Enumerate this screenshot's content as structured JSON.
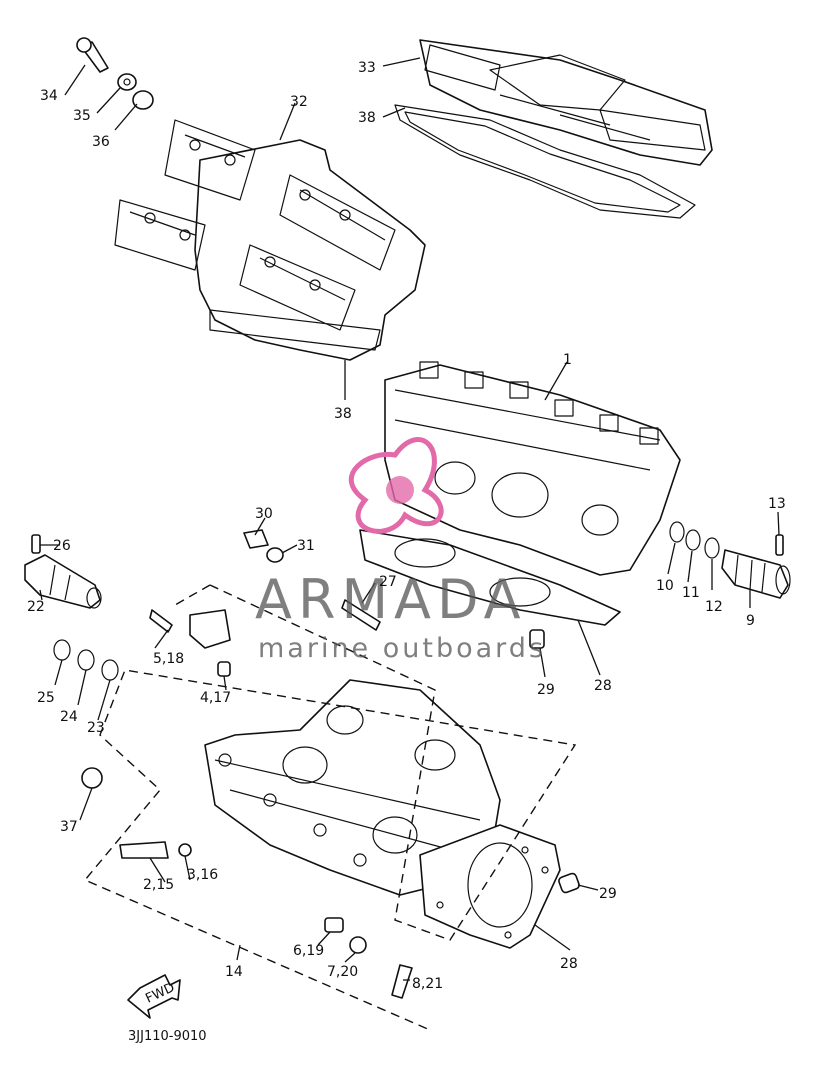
{
  "diagram": {
    "drawing_code": "3JJ110-9010",
    "fwd_label": "FWD",
    "watermark": {
      "brand": "ARMADA",
      "tagline": "marine outboards",
      "logo_color": "#e36aa9"
    },
    "callouts": {
      "c1": "1",
      "c2_15": "2,15",
      "c3_16": "3,16",
      "c4_17": "4,17",
      "c5_18": "5,18",
      "c6_19": "6,19",
      "c7_20": "7,20",
      "c8_21": "8,21",
      "c9": "9",
      "c10": "10",
      "c11": "11",
      "c12": "12",
      "c13": "13",
      "c14": "14",
      "c22": "22",
      "c23": "23",
      "c24": "24",
      "c25": "25",
      "c26": "26",
      "c27": "27",
      "c28a": "28",
      "c28b": "28",
      "c29a": "29",
      "c29b": "29",
      "c30": "30",
      "c31": "31",
      "c32": "32",
      "c33": "33",
      "c34": "34",
      "c35": "35",
      "c36": "36",
      "c37": "37",
      "c38a": "38",
      "c38b": "38"
    }
  }
}
